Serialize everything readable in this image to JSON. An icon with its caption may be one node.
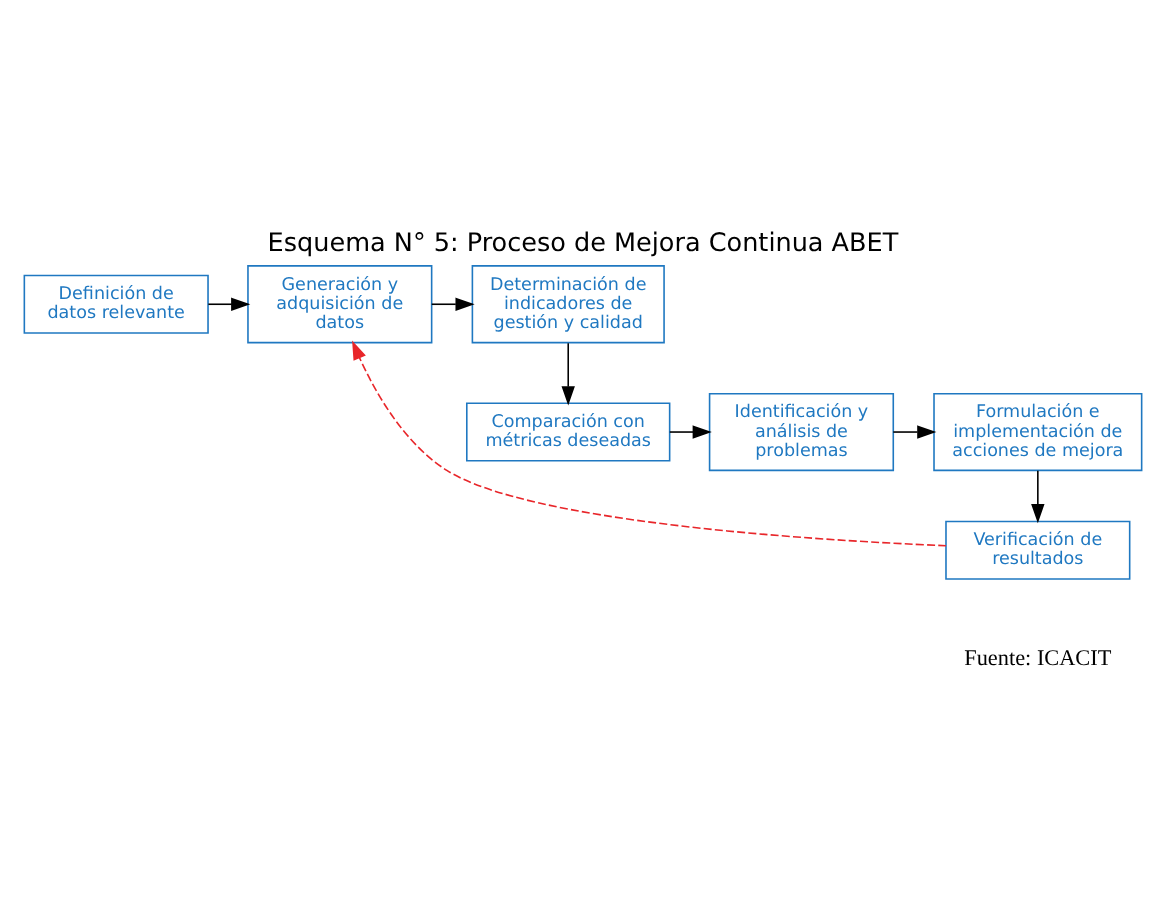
{
  "diagram": {
    "title": "Esquema N° 5: Proceso de Mejora Continua ABET",
    "nodes": [
      {
        "text": [
          "Definición de datos relevante"
        ]
      },
      {
        "text": [
          "Generación y adquisición de datos"
        ]
      },
      {
        "text": [
          "Determinación de indicadores de gestión y calidad"
        ]
      },
      {
        "text": [
          "Comparación con métricas deseadas"
        ]
      },
      {
        "text": [
          "Identificación y análisis de problemas"
        ]
      },
      {
        "text": [
          "Formulación e implementación de acciones de mejora"
        ]
      },
      {
        "text": [
          "Verificación de resultados"
        ]
      }
    ],
    "edges": [
      {
        "from": 0,
        "to": 1,
        "arrow": "to"
      },
      {
        "from": 1,
        "to": 2,
        "arrow": "to"
      },
      {
        "from": 2,
        "to": 3,
        "arrow": "to"
      },
      {
        "from": 3,
        "to": 4,
        "arrow": "to"
      },
      {
        "from": 4,
        "to": 5,
        "arrow": "to"
      },
      {
        "from": 5,
        "to": 6,
        "arrow": "to"
      },
      {
        "from": 6,
        "to": 1,
        "arrow": "to",
        "style": "dashed",
        "color": "#e8262a"
      }
    ],
    "labels": [
      "Fuente: ICACIT"
    ]
  }
}
